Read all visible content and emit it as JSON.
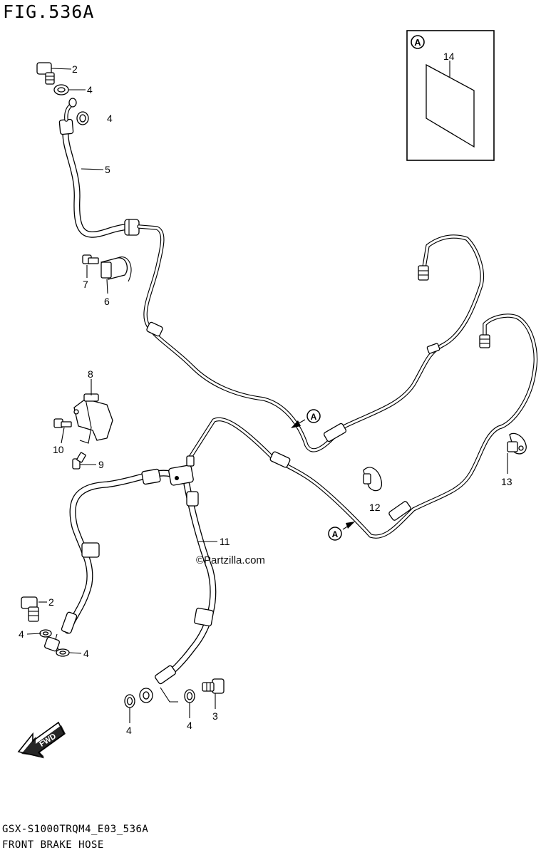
{
  "figure": {
    "title": "FIG.536A"
  },
  "inset": {
    "marker": "A",
    "part": "14"
  },
  "callouts": {
    "a_upper": "A",
    "a_lower": "A"
  },
  "parts": [
    {
      "id": "bolt-top",
      "number": "2"
    },
    {
      "id": "washer-top-1",
      "number": "4"
    },
    {
      "id": "washer-top-2",
      "number": "4"
    },
    {
      "id": "upper-hose",
      "number": "5"
    },
    {
      "id": "clamp",
      "number": "6"
    },
    {
      "id": "clamp-bolt",
      "number": "7"
    },
    {
      "id": "bracket",
      "number": "8"
    },
    {
      "id": "bracket-screw-9",
      "number": "9"
    },
    {
      "id": "bracket-bolt-10",
      "number": "10"
    },
    {
      "id": "lower-hose",
      "number": "11"
    },
    {
      "id": "guide-12",
      "number": "12"
    },
    {
      "id": "guide-13",
      "number": "13"
    },
    {
      "id": "bolt-left",
      "number": "2"
    },
    {
      "id": "washer-left-1",
      "number": "4"
    },
    {
      "id": "washer-left-2",
      "number": "4"
    },
    {
      "id": "washer-bottom-1",
      "number": "4"
    },
    {
      "id": "washer-bottom-2",
      "number": "4"
    },
    {
      "id": "bolt-bottom",
      "number": "3"
    }
  ],
  "watermark": "©Partzilla.com",
  "fwd_label": "FWD",
  "footer": {
    "code": "GSX-S1000TRQM4_E03_536A",
    "name": "FRONT BRAKE HOSE"
  }
}
